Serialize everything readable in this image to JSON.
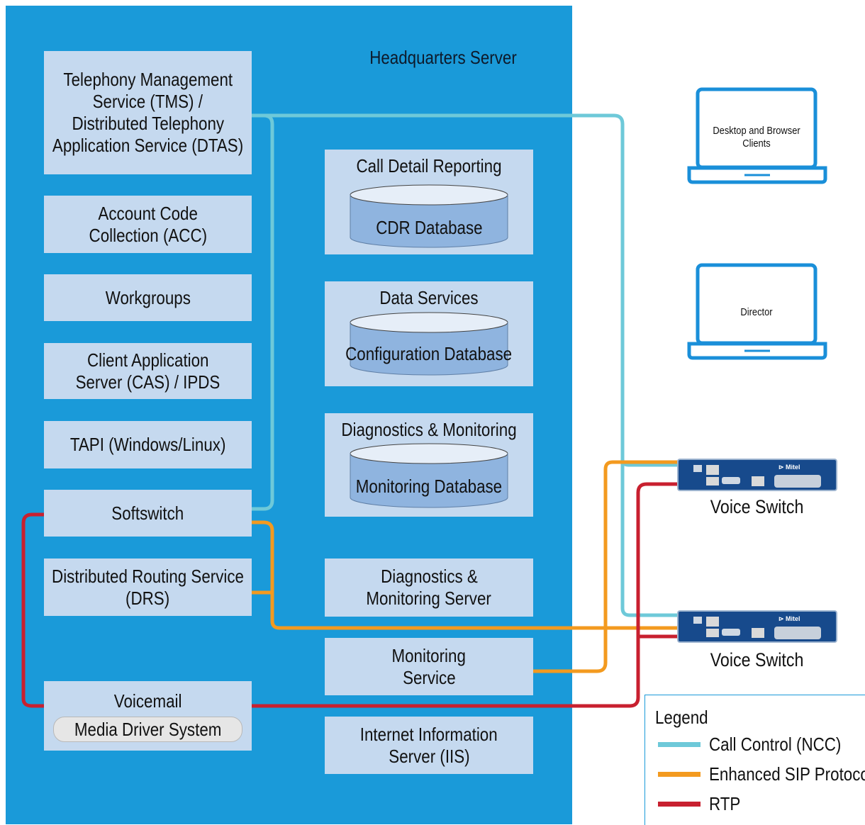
{
  "server_title": "Headquarters Server",
  "left_boxes": {
    "tms": [
      "Telephony Management",
      "Service (TMS) /",
      "Distributed Telephony",
      "Application Service (DTAS)"
    ],
    "acc": [
      "Account Code",
      "Collection (ACC)"
    ],
    "workgroups": [
      "Workgroups"
    ],
    "cas": [
      "Client Application",
      "Server (CAS) / IPDS"
    ],
    "tapi": [
      "TAPI (Windows/Linux)"
    ],
    "softswitch": [
      "Softswitch"
    ],
    "drs": [
      "Distributed Routing Service",
      "(DRS)"
    ],
    "voicemail": {
      "title": "Voicemail",
      "pill": "Media Driver System"
    }
  },
  "middle_boxes": {
    "cdr": {
      "title": "Call Detail Reporting",
      "db": "CDR Database"
    },
    "data_services": {
      "title": "Data Services",
      "db": "Configuration Database"
    },
    "diag": {
      "title": "Diagnostics & Monitoring",
      "db": "Monitoring Database"
    },
    "diag_server": [
      "Diagnostics &",
      "Monitoring Server"
    ],
    "monitoring_service": [
      "Monitoring",
      "Service"
    ],
    "iis": [
      "Internet Information",
      "Server (IIS)"
    ]
  },
  "clients": {
    "desktop": [
      "Desktop and Browser",
      "Clients"
    ],
    "director": [
      "Director"
    ]
  },
  "voice_switches": [
    "Voice Switch",
    "Voice Switch"
  ],
  "switch_brand": "Mitel",
  "legend": {
    "title": "Legend",
    "items": [
      {
        "label": "Call Control (NCC)",
        "color": "#6ec9d9"
      },
      {
        "label": "Enhanced SIP Protocol",
        "color": "#f39a1f"
      },
      {
        "label": "RTP",
        "color": "#c8202f"
      }
    ]
  },
  "colors": {
    "server": "#1a9ad9",
    "box": "#c5d9ef",
    "db": "#8fb4df",
    "laptop": "#1a8fd9"
  }
}
